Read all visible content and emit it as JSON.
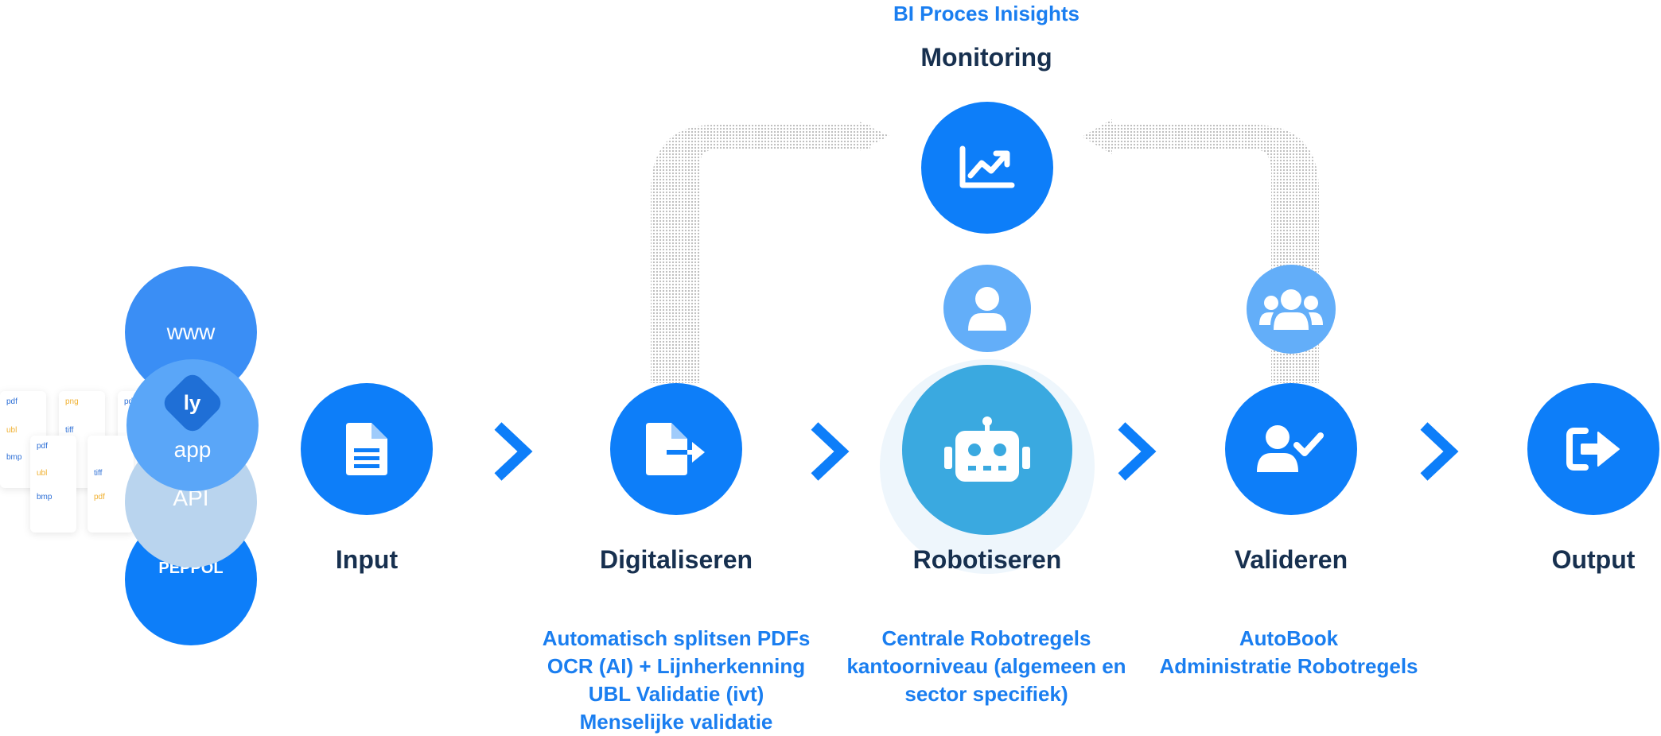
{
  "header": {
    "insights": "BI Proces Inisights",
    "monitoring": "Monitoring"
  },
  "sources": {
    "www": "www",
    "logo": "ly",
    "app": "app",
    "api": "API",
    "peppol": "PEPPOL",
    "file_types": [
      "pdf",
      "png",
      "ubl",
      "tiff",
      "bmp",
      "pdf",
      "ubl",
      "tiff",
      "bmp",
      "pdf"
    ]
  },
  "steps": [
    {
      "label": "Input",
      "icon": "document-icon"
    },
    {
      "label": "Digitaliseren",
      "icon": "file-export-icon"
    },
    {
      "label": "Robotiseren",
      "icon": "robot-icon"
    },
    {
      "label": "Valideren",
      "icon": "user-check-icon"
    },
    {
      "label": "Output",
      "icon": "sign-out-icon"
    }
  ],
  "descriptions": {
    "digitaliseren": [
      "Automatisch splitsen PDFs",
      "OCR (AI) + Lijnherkenning",
      "UBL Validatie (ivt)",
      "Menselijke validatie"
    ],
    "robotiseren": [
      "Centrale Robotregels",
      "kantoorniveau (algemeen en",
      "sector specifiek)"
    ],
    "valideren": [
      "AutoBook",
      "Administratie Robotregels"
    ]
  },
  "colors": {
    "primary": "#0d7ef9",
    "light": "#63aef9",
    "robot": "#3aa9e0",
    "heading": "#17304f",
    "text_blue": "#1a7ef0"
  }
}
